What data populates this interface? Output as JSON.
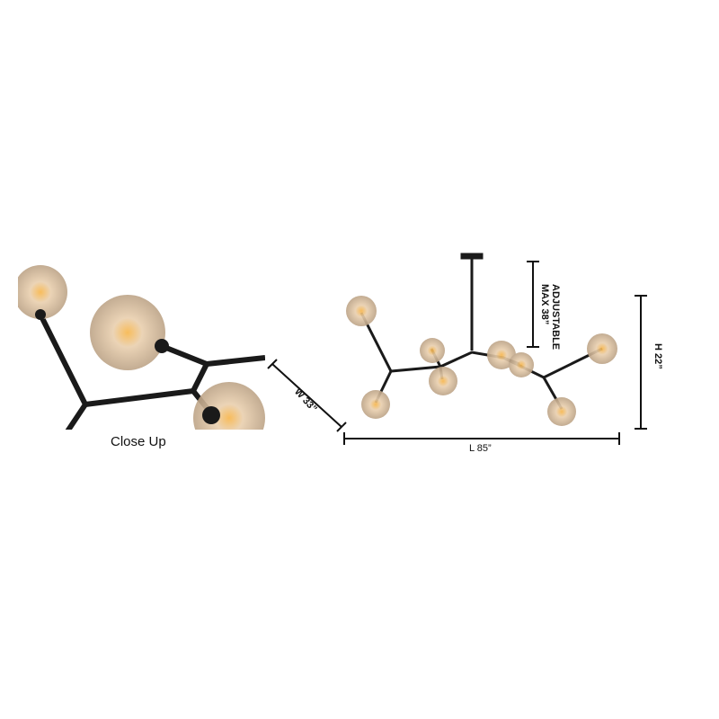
{
  "closeup": {
    "caption": "Close Up"
  },
  "dimensions": {
    "width": "W 33”",
    "length": "L 85”",
    "height": "H 22”",
    "adjustable_line1": "ADJUSTABLE",
    "adjustable_line2": "MAX 38”"
  },
  "colors": {
    "metal": "#1a1a1a",
    "glass": "#e2c9a8",
    "filament": "#f39a1c"
  }
}
